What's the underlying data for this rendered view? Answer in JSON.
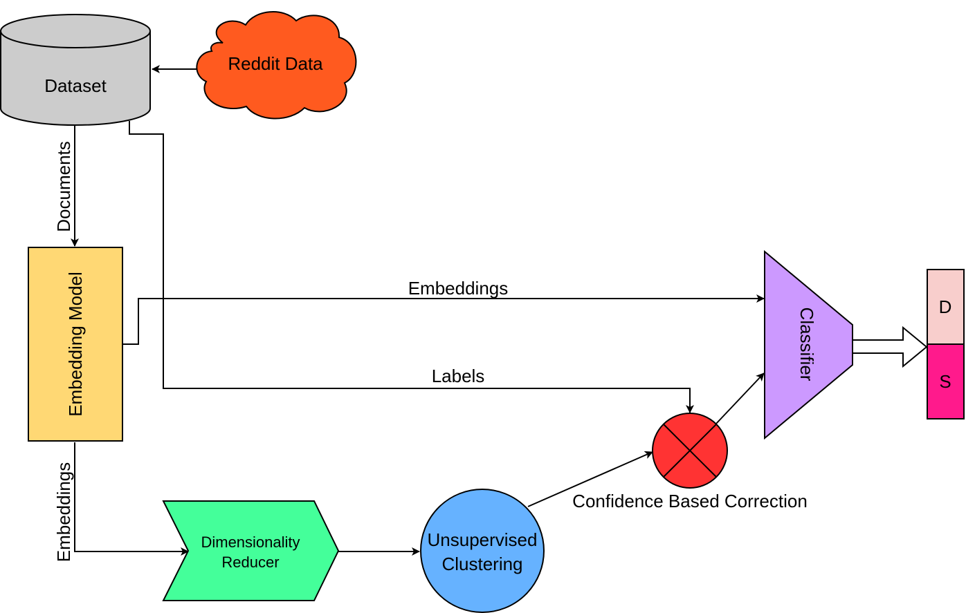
{
  "nodes": {
    "dataset": {
      "label": "Dataset",
      "color": "#cccccc"
    },
    "reddit": {
      "label": "Reddit Data",
      "color": "#ff5a1f"
    },
    "embedding_model": {
      "label": "Embedding Model",
      "color": "#ffd874"
    },
    "dim_reducer": {
      "label_line1": "Dimensionality",
      "label_line2": "Reducer",
      "color": "#44ff9a"
    },
    "clustering": {
      "label_line1": "Unsupervised",
      "label_line2": "Clustering",
      "color": "#66b2ff"
    },
    "correction": {
      "color": "#ff3333"
    },
    "classifier": {
      "label": "Classifier",
      "color": "#cc99ff"
    },
    "output_d": {
      "label": "D",
      "color": "#f8cecc"
    },
    "output_s": {
      "label": "S",
      "color": "#ff1a8c"
    }
  },
  "edges": {
    "documents": "Documents",
    "embeddings_top": "Embeddings",
    "labels": "Labels",
    "embeddings_left": "Embeddings",
    "confidence": "Confidence Based Correction"
  }
}
